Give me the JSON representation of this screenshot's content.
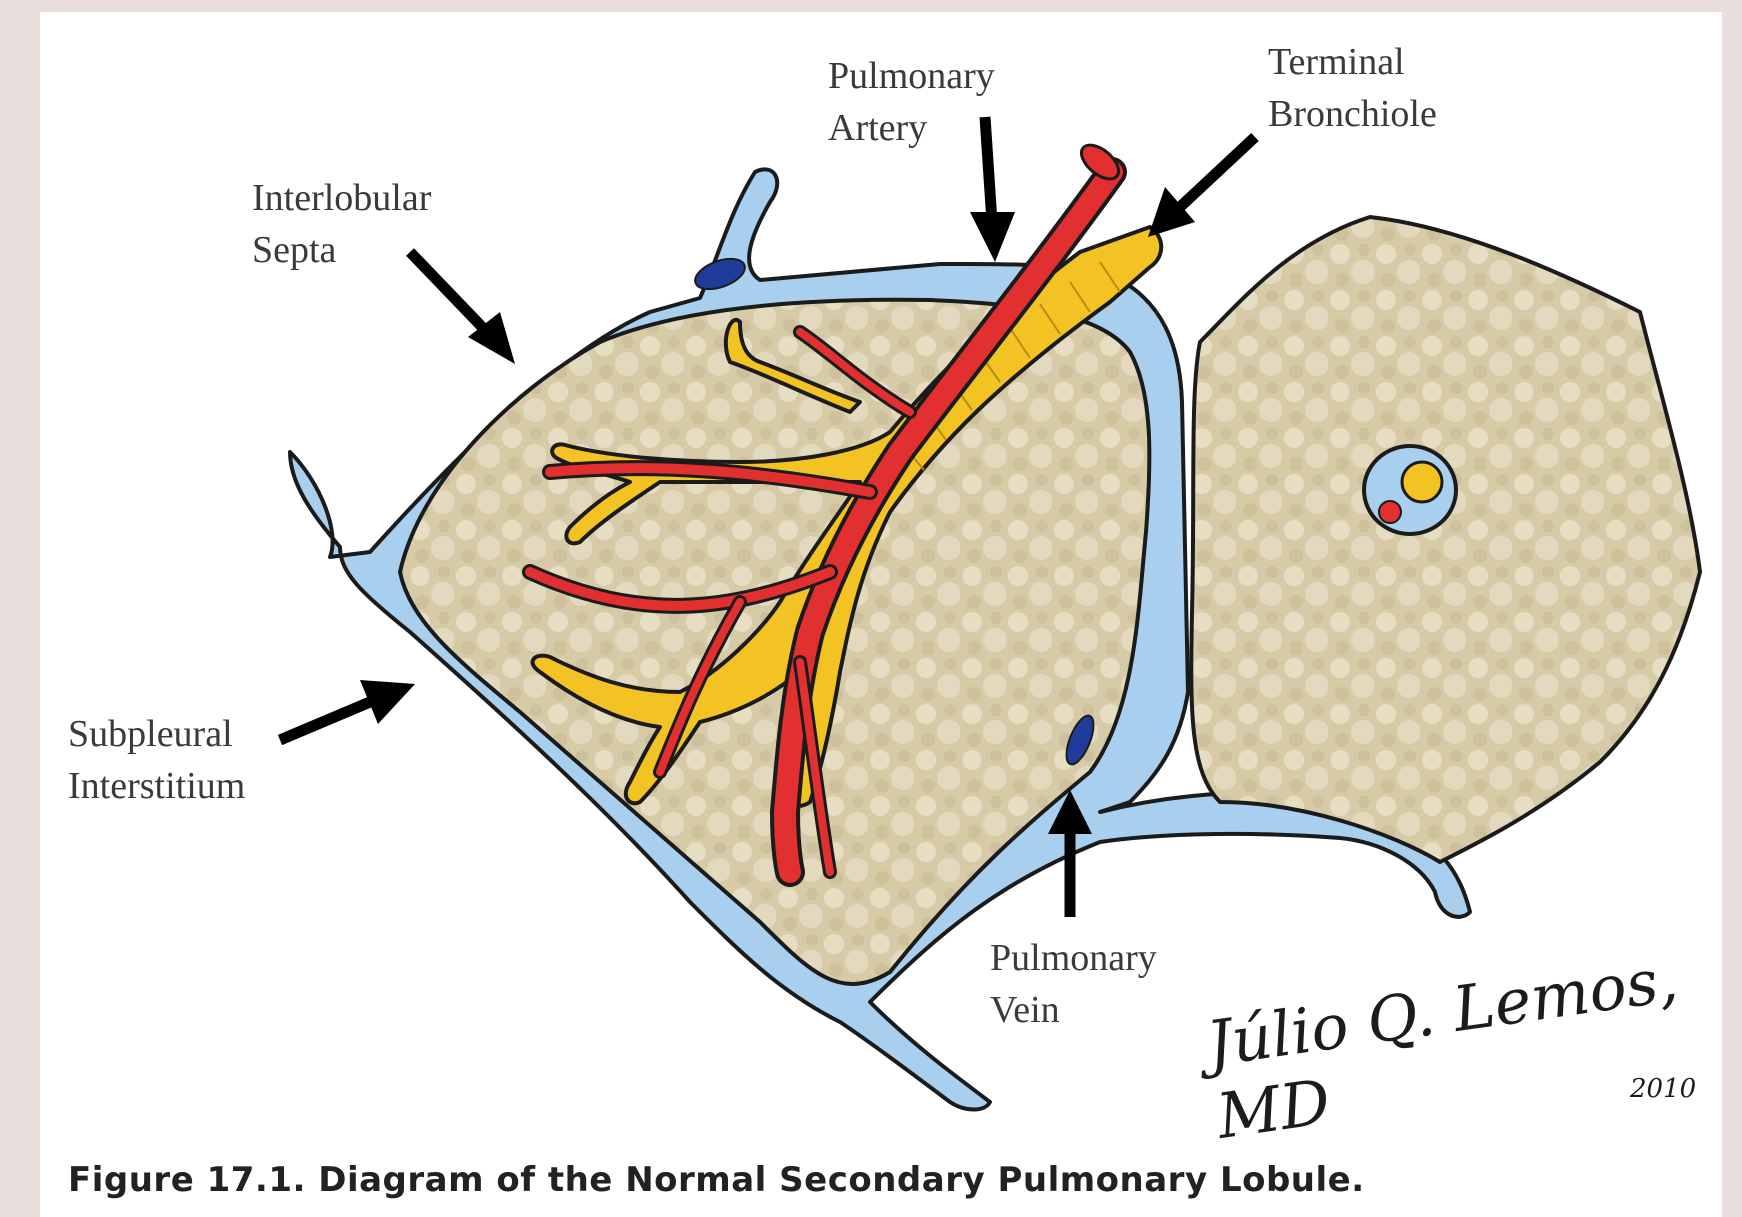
{
  "labels": {
    "pulmonary_artery": [
      "Pulmonary",
      "Artery"
    ],
    "terminal_bronchiole": [
      "Terminal",
      "Bronchiole"
    ],
    "interlobular_septa": [
      "Interlobular",
      "Septa"
    ],
    "subpleural_interstitium": [
      "Subpleural",
      "Interstitium"
    ],
    "pulmonary_vein": [
      "Pulmonary",
      "Vein"
    ]
  },
  "caption": "Figure 17.1. Diagram of the Normal Secondary Pulmonary Lobule.",
  "signature": "Júlio Q. Lemos, MD",
  "signature_year": "2010",
  "colors": {
    "page_background": "#eadfdc",
    "parenchyma": "#d8ccaa",
    "interstitium": "#a9cfee",
    "artery": "#e23030",
    "bronchiole": "#f3c323",
    "vein": "#1f3c9a",
    "outline": "#1b1b1b"
  }
}
